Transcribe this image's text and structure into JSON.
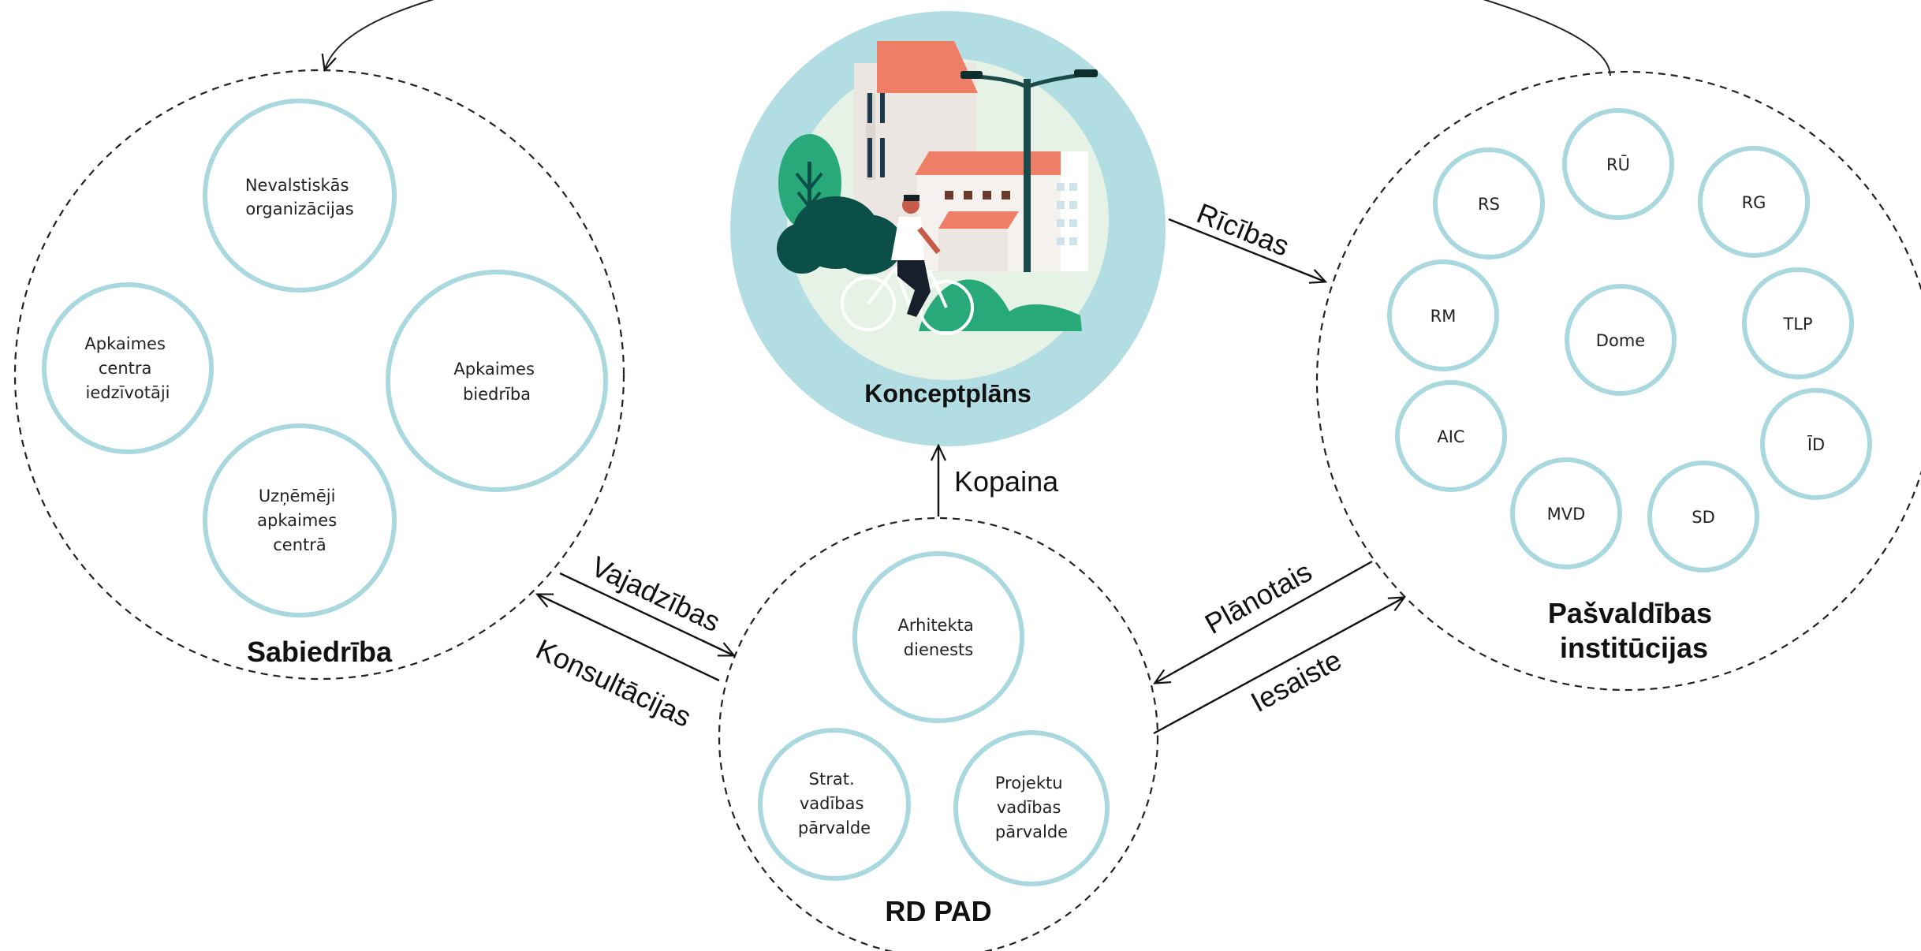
{
  "groups": {
    "sabiedriba": {
      "title": "Sabiedrība",
      "nodes": {
        "nevalstiskas": [
          "Nevalstiskās",
          "organizācijas"
        ],
        "apkaimes_centra": [
          "Apkaimes",
          "centra",
          "iedzīvotāji"
        ],
        "apkaimes_biedriba": [
          "Apkaimes",
          "biedrība"
        ],
        "uznemeji": [
          "Uzņēmēji",
          "apkaimes",
          "centrā"
        ]
      }
    },
    "rd_pad": {
      "title": "RD PAD",
      "nodes": {
        "arhitekta": [
          "Arhitekta",
          "dienests"
        ],
        "strat": [
          "Strat.",
          "vadības",
          "pārvalde"
        ],
        "projektu": [
          "Projektu",
          "vadības",
          "pārvalde"
        ]
      }
    },
    "pasvaldibas": {
      "title_lines": [
        "Pašvaldības",
        "institūcijas"
      ],
      "nodes": {
        "ru": "RŪ",
        "rs": "RS",
        "rg": "RG",
        "rm": "RM",
        "dome": "Dome",
        "tlp": "TLP",
        "aic": "AIC",
        "id": "ĪD",
        "mvd": "MVD",
        "sd": "SD"
      }
    }
  },
  "hub": {
    "title": "Konceptplāns"
  },
  "flows": {
    "kopaina": "Kopaina",
    "ricibas": "Rīcības",
    "vajadzibas": "Vajadzības",
    "konsultacijas": "Konsultācijas",
    "planotais": "Plānotais",
    "iesaiste": "Iesaiste"
  },
  "colors": {
    "node_stroke": "#a9d9df",
    "hub_bg": "#b2dde2",
    "hub_inner": "#e6f2e6",
    "roof": "#ee7e66",
    "tree_light": "#27a97a",
    "tree_dark": "#0c4f48"
  }
}
